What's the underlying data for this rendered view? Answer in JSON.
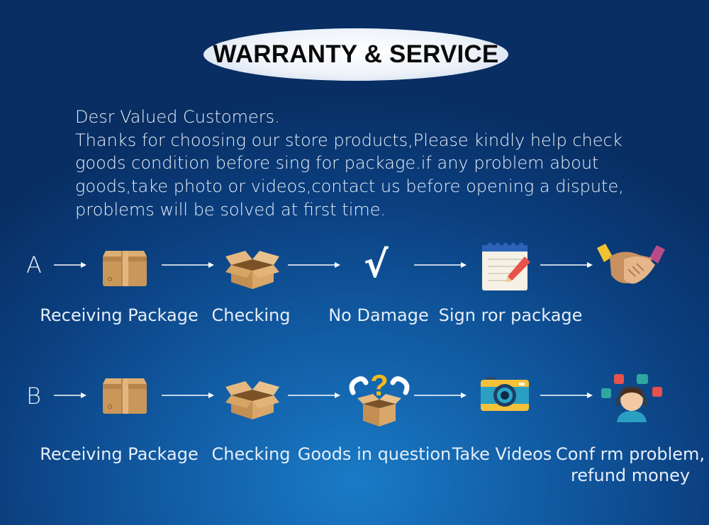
{
  "title": "WARRANTY & SERVICE",
  "intro": [
    "Desr Valued Customers.",
    "Thanks for choosing our store products,Please kindly help check",
    "goods condition before sing for package.if any problem about",
    "goods,take photo or videos,contact us before opening a dispute,",
    "problems will be solved at first time."
  ],
  "flow_a": {
    "letter": "A",
    "steps": [
      {
        "icon": "package-icon",
        "label": "Receiving Package"
      },
      {
        "icon": "open-box-icon",
        "label": "Checking"
      },
      {
        "icon": "checkmark-icon",
        "glyph": "√",
        "label": "No Damage"
      },
      {
        "icon": "notepad-pencil-icon",
        "label": "Sign ror package"
      },
      {
        "icon": "handshake-icon",
        "label": ""
      }
    ]
  },
  "flow_b": {
    "letter": "B",
    "steps": [
      {
        "icon": "package-icon",
        "label": "Receiving Package"
      },
      {
        "icon": "open-box-icon",
        "label": "Checking"
      },
      {
        "icon": "question-box-icon",
        "label": "Goods in question"
      },
      {
        "icon": "camera-icon",
        "label": "Take Videos"
      },
      {
        "icon": "customer-service-icon",
        "label": "Conf rm problem,",
        "label2": "refund money"
      }
    ]
  },
  "colors": {
    "background": "#0b3f7f",
    "box": "#c9975a",
    "camera_body": "#f3c13a",
    "camera_lens": "#2aa6c9"
  }
}
